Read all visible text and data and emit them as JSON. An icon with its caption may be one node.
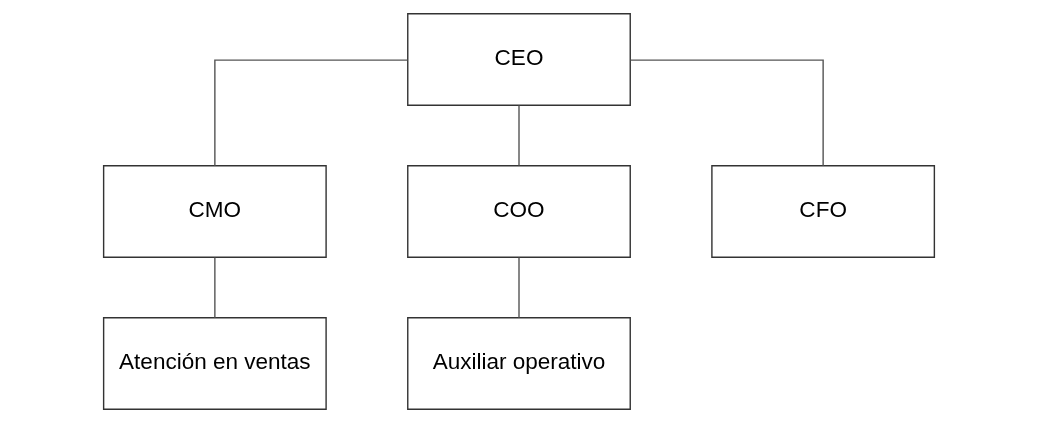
{
  "diagram": {
    "nodes": [
      {
        "text": [
          "CEO"
        ]
      },
      {
        "text": [
          "CMO"
        ]
      },
      {
        "text": [
          "COO"
        ]
      },
      {
        "text": [
          "CFO"
        ]
      },
      {
        "text": [
          "Atención en ventas"
        ]
      },
      {
        "text": [
          "Auxiliar operativo"
        ]
      }
    ],
    "edges": [
      {
        "from": 0,
        "to": 1,
        "arrow": "none"
      },
      {
        "from": 0,
        "to": 2,
        "arrow": "none"
      },
      {
        "from": 0,
        "to": 3,
        "arrow": "none"
      },
      {
        "from": 1,
        "to": 4,
        "arrow": "none"
      },
      {
        "from": 2,
        "to": 5,
        "arrow": "none"
      }
    ]
  }
}
